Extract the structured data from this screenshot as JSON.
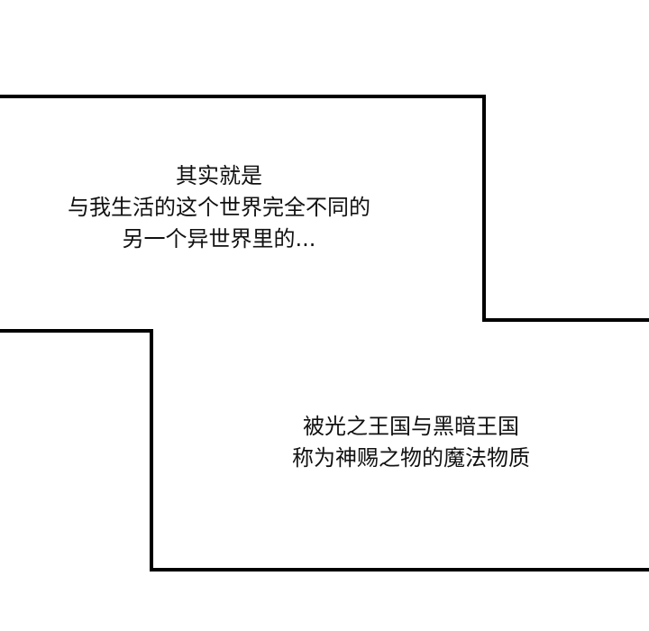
{
  "colors": {
    "background": "#ffffff",
    "border": "#000000",
    "text": "#111111"
  },
  "panels": [
    {
      "lines": [
        "其实就是",
        "与我生活的这个世界完全不同的",
        "另一个异世界里的..."
      ]
    },
    {
      "lines": [
        "被光之王国与黑暗王国",
        "称为神赐之物的魔法物质"
      ]
    }
  ]
}
